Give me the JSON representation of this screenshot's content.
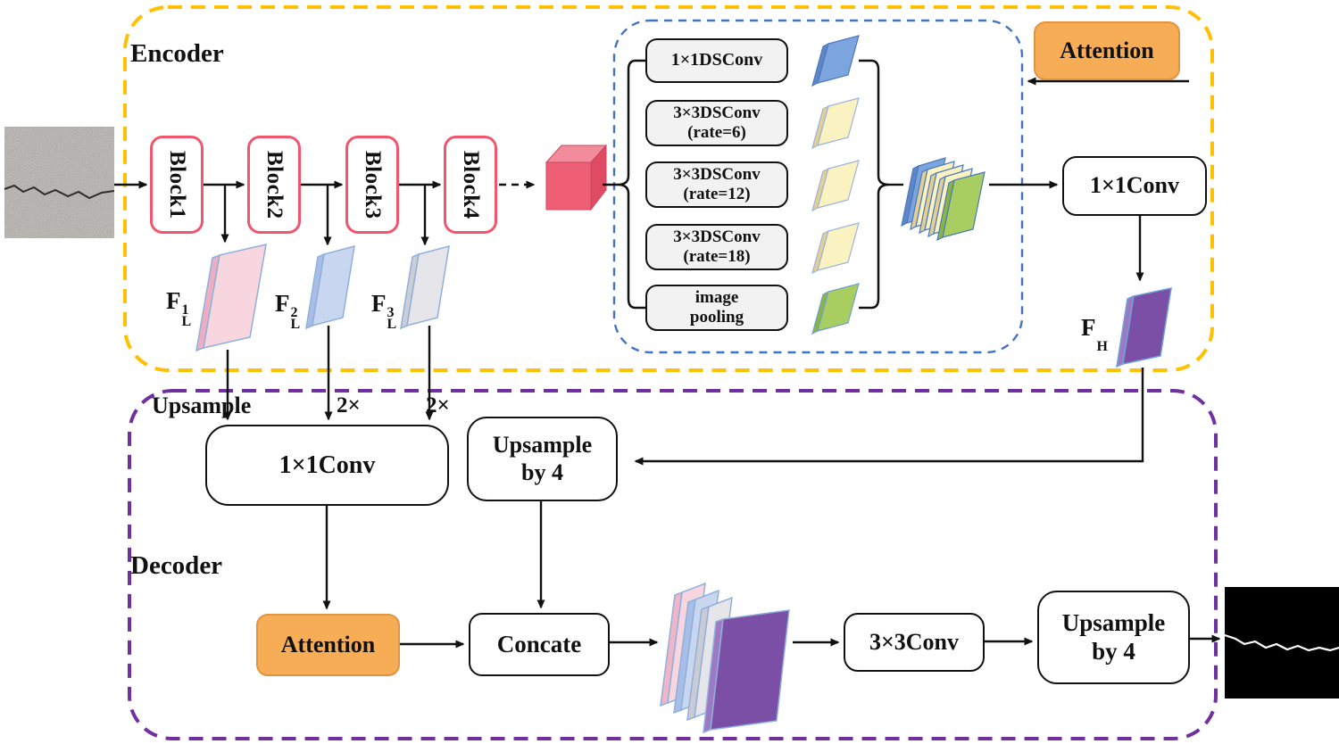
{
  "title": "Encoder-decoder crack segmentation network diagram",
  "encoder": {
    "label": "Encoder",
    "blocks": [
      "Block1",
      "Block2",
      "Block3",
      "Block4"
    ],
    "aspp_branches": [
      {
        "line1": "1×1DSConv",
        "line2": ""
      },
      {
        "line1": "3×3DSConv",
        "line2": "(rate=6)"
      },
      {
        "line1": "3×3DSConv",
        "line2": "(rate=12)"
      },
      {
        "line1": "3×3DSConv",
        "line2": "(rate=18)"
      },
      {
        "line1": "image",
        "line2": "pooling"
      }
    ],
    "conv1x1": "1×1Conv",
    "attention": "Attention",
    "low_features": [
      {
        "base": "F",
        "sup": "1",
        "sub": "L"
      },
      {
        "base": "F",
        "sup": "2",
        "sub": "L"
      },
      {
        "base": "F",
        "sup": "3",
        "sub": "L"
      }
    ],
    "high_feature": {
      "base": "F",
      "sub": "H"
    }
  },
  "decoder": {
    "label": "Decoder",
    "upsample_note": "Upsample",
    "scale_notes": [
      "2×",
      "2×"
    ],
    "conv1x1": "1×1Conv",
    "upsample_by4_mid": {
      "line1": "Upsample",
      "line2": "by 4"
    },
    "attention": "Attention",
    "concate": "Concate",
    "conv3x3": "3×3Conv",
    "upsample_by4_out": {
      "line1": "Upsample",
      "line2": "by 4"
    }
  },
  "colors": {
    "gold-border": "#FFC000",
    "purple-border": "#7030A0",
    "blue-border": "#4472C4",
    "block-border": "#F0566E",
    "attention-fill": "#F7AD55",
    "attention-border": "#DE9440",
    "gray-box-fill": "#F2F2F2",
    "cube-front": "#EE5E74",
    "cube-top": "#F28B9B",
    "cube-side": "#DE4B63",
    "map-pink": "#F7D6E0",
    "map-lavender": "#C9D6F0",
    "map-gray": "#E6E6EA",
    "map-blue": "#7CA5DF",
    "map-cream": "#FAF2C0",
    "map-green": "#A8CE62",
    "map-purple": "#7B4FA6",
    "sheet-stroke": "#8FB0DC",
    "line-color": "#111111"
  }
}
